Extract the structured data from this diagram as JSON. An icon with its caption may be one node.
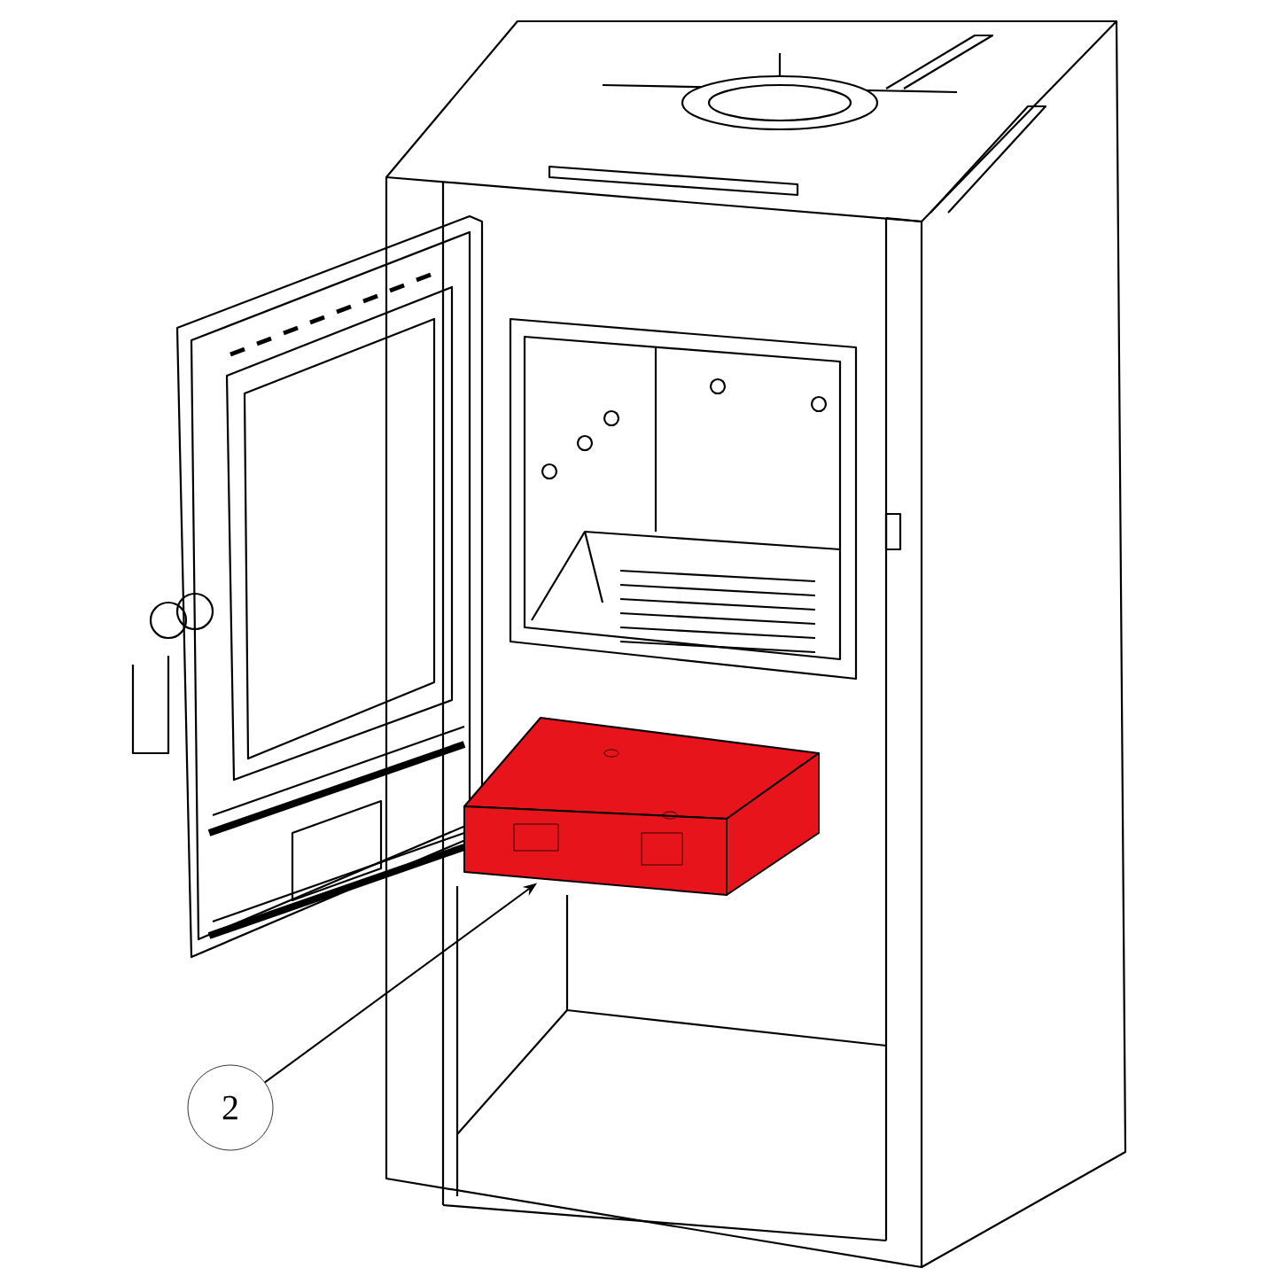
{
  "diagram": {
    "nodes": [
      {
        "text": [
          "2"
        ]
      },
      {
        "text": [],
        "shape": "picture"
      }
    ],
    "edges": [
      {
        "from": 0,
        "to": 1,
        "arrow": "to"
      }
    ]
  }
}
